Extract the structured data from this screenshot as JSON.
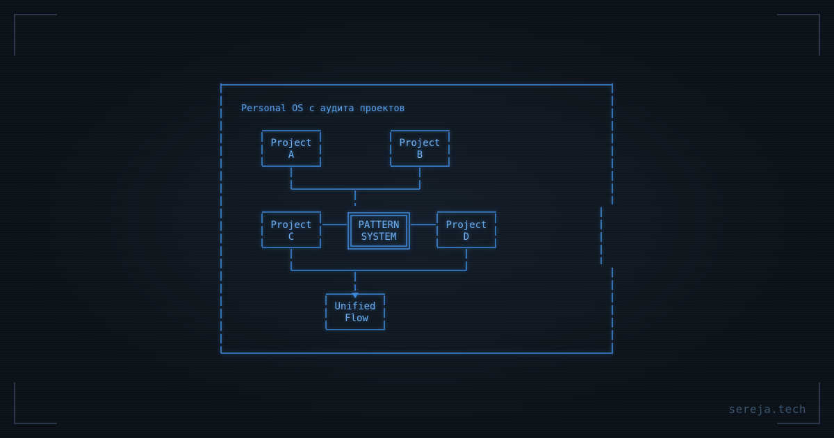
{
  "title": "Personal OS с аудита проектов",
  "nodes": {
    "project_a": [
      "Project",
      "A"
    ],
    "project_b": [
      "Project",
      "B"
    ],
    "project_c": [
      "Project",
      "C"
    ],
    "project_d": [
      "Project",
      "D"
    ],
    "pattern_system": [
      "PATTERN",
      "SYSTEM"
    ],
    "unified_flow": [
      "Unified",
      "Flow"
    ]
  },
  "brand": "sereja.tech",
  "colors": {
    "accent": "#3d86d6",
    "text": "#6fb0f2",
    "background": "#0f1720"
  }
}
